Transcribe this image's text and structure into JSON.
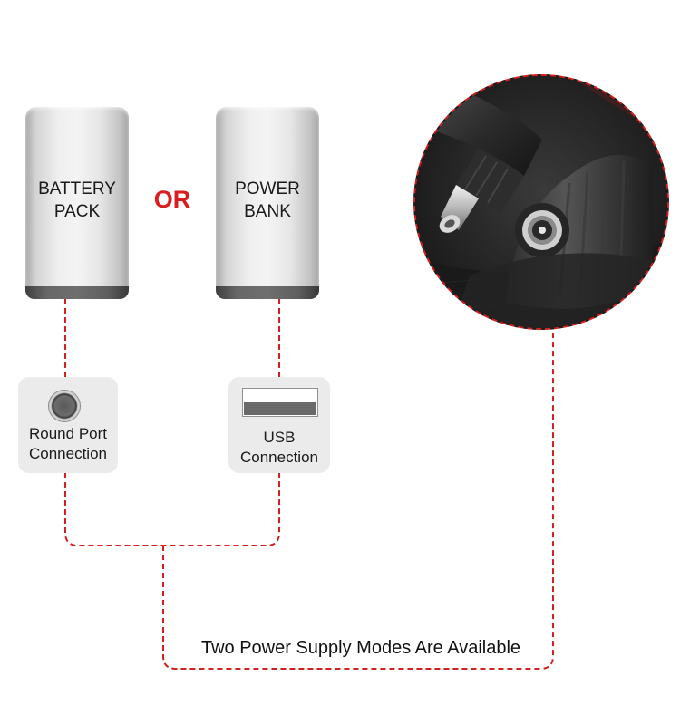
{
  "power_sources": [
    {
      "label": "BATTERY\nPACK"
    },
    {
      "label": "POWER\nBANK"
    }
  ],
  "or_label": "OR",
  "connections": [
    {
      "label": "Round Port\nConnection",
      "icon": "round-port-icon"
    },
    {
      "label": "USB\nConnection",
      "icon": "usb-port-icon"
    }
  ],
  "caption": "Two Power Supply Modes Are Available",
  "colors": {
    "accent_red": "#d81e1e",
    "dashed_line": "#d21f1f",
    "card_bg": "#ebebeb",
    "block_base": "#5e5e5e"
  }
}
